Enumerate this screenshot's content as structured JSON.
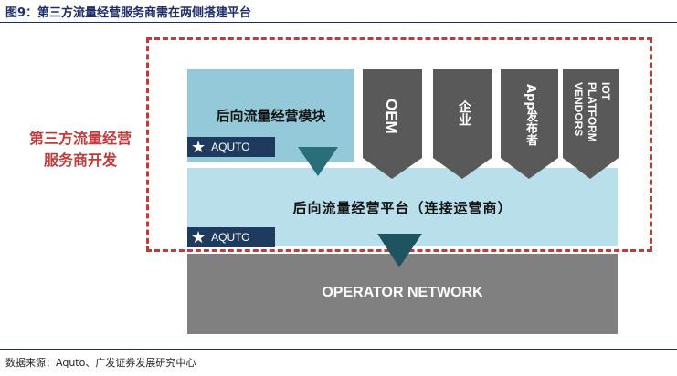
{
  "figure": {
    "title": "图9：第三方流量经营服务商需在两侧搭建平台",
    "source": "数据来源：Aquto、广发证券发展研究中心"
  },
  "side_label": {
    "line1": "第三方流量经营",
    "line2": "服务商开发"
  },
  "module": {
    "label": "后向流量经营模块",
    "badge": "AQUTO"
  },
  "platform": {
    "label": "后向流量经营平台（连接运营商）",
    "badge": "AQUTO"
  },
  "partners": [
    {
      "label": "OEM"
    },
    {
      "label": "企业"
    },
    {
      "label": "App发布者"
    },
    {
      "label": "IOT PLATFORM VENDORS",
      "line1": "IOT",
      "line2": "PLATFORM",
      "line3": "VENDORS"
    }
  ],
  "network": {
    "label": "OPERATOR NETWORK"
  },
  "colors": {
    "dashed_border": "#c23b3b",
    "module_fill": "#93c9d9",
    "platform_fill": "#b9e0ea",
    "partner_fill": "#595959",
    "network_fill": "#808080",
    "badge_fill": "#1e3a5f",
    "title_text": "#1f2d6b"
  },
  "icons": {
    "badge_icon": "star-icon"
  }
}
